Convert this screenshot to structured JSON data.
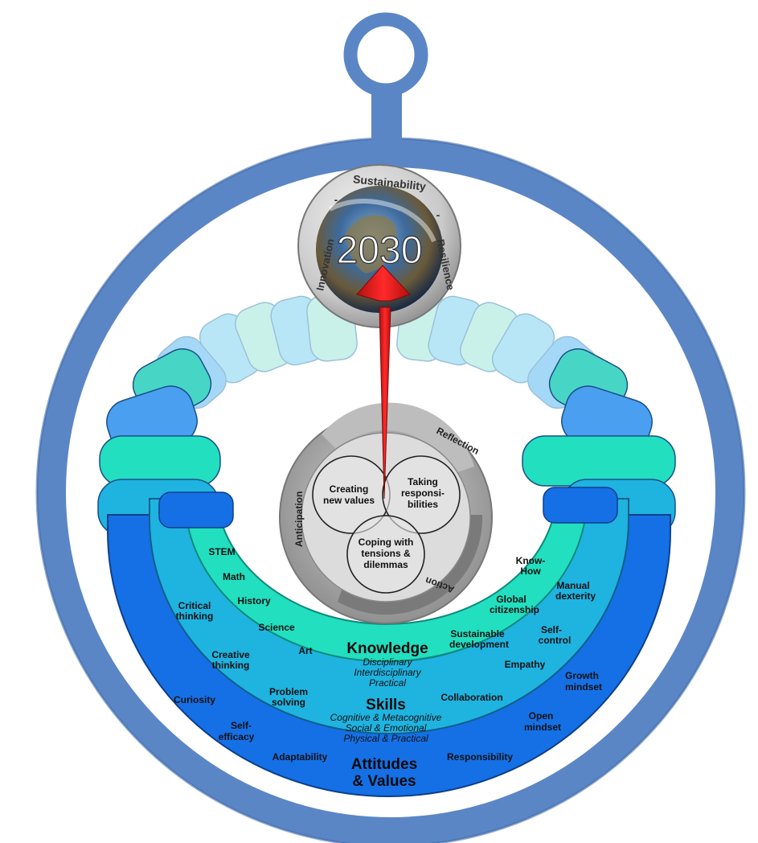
{
  "colors": {
    "frame": "#5b86c6",
    "frame_dark": "#3f6aa8",
    "knowledge": "#22dfc0",
    "skills": "#1fb3e0",
    "attitudes": "#1570e6",
    "arrow": "#e21b1b"
  },
  "globe": {
    "year": "2030",
    "top": "Sustainability",
    "left": "Innovation",
    "right": "Resilience",
    "sep_left": "-",
    "sep_right": "-"
  },
  "compass": {
    "outer": {
      "reflection": "Reflection",
      "anticipation": "Anticipation",
      "action": "Action"
    },
    "circles": {
      "creating_1": "Creating",
      "creating_2": "new values",
      "taking_1": "Taking",
      "taking_2": "responsi-",
      "taking_3": "bilities",
      "coping_1": "Coping with",
      "coping_2": "tensions &",
      "coping_3": "dilemmas"
    }
  },
  "knowledge": {
    "title": "Knowledge",
    "subs": [
      "Disciplinary",
      "Interdisciplinary",
      "Practical"
    ],
    "items": {
      "stem": "STEM",
      "math": "Math",
      "history": "History",
      "science": "Science",
      "art": "Art",
      "sustainable_1": "Sustainable",
      "sustainable_2": "development",
      "global_1": "Global",
      "global_2": "citizenship",
      "knowhow_1": "Know-",
      "knowhow_2": "How"
    }
  },
  "skills": {
    "title": "Skills",
    "subs": [
      "Cognitive & Metacognitive",
      "Social & Emotional",
      "Physical & Practical"
    ],
    "items": {
      "critical_1": "Critical",
      "critical_2": "thinking",
      "creative_1": "Creative",
      "creative_2": "thinking",
      "problem_1": "Problem",
      "problem_2": "solving",
      "collaboration": "Collaboration",
      "empathy": "Empathy",
      "selfcontrol_1": "Self-",
      "selfcontrol_2": "control",
      "manual_1": "Manual",
      "manual_2": "dexterity"
    }
  },
  "attitudes": {
    "title_1": "Attitudes",
    "title_2": "& Values",
    "items": {
      "curiosity": "Curiosity",
      "selfefficacy_1": "Self-",
      "selfefficacy_2": "efficacy",
      "adaptability": "Adaptability",
      "responsibility": "Responsibility",
      "open_1": "Open",
      "open_2": "mindset",
      "growth_1": "Growth",
      "growth_2": "mindset"
    }
  }
}
